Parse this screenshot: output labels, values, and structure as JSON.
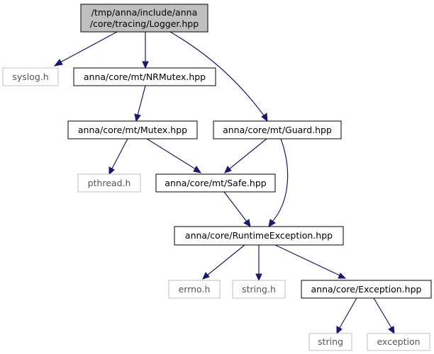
{
  "graph": {
    "root": {
      "line1": "/tmp/anna/include/anna",
      "line2": "/core/tracing/Logger.hpp"
    },
    "nodes": {
      "syslog": "syslog.h",
      "nrmutex": "anna/core/mt/NRMutex.hpp",
      "mutex": "anna/core/mt/Mutex.hpp",
      "guard": "anna/core/mt/Guard.hpp",
      "pthread": "pthread.h",
      "safe": "anna/core/mt/Safe.hpp",
      "runtime": "anna/core/RuntimeException.hpp",
      "errno": "errno.h",
      "string_h": "string.h",
      "exception_hpp": "anna/core/Exception.hpp",
      "string": "string",
      "exception": "exception"
    },
    "colors": {
      "edge": "#191970",
      "root_fill": "#bfbfbf",
      "external_border": "#bfbfbf",
      "header_border": "#000000"
    }
  }
}
